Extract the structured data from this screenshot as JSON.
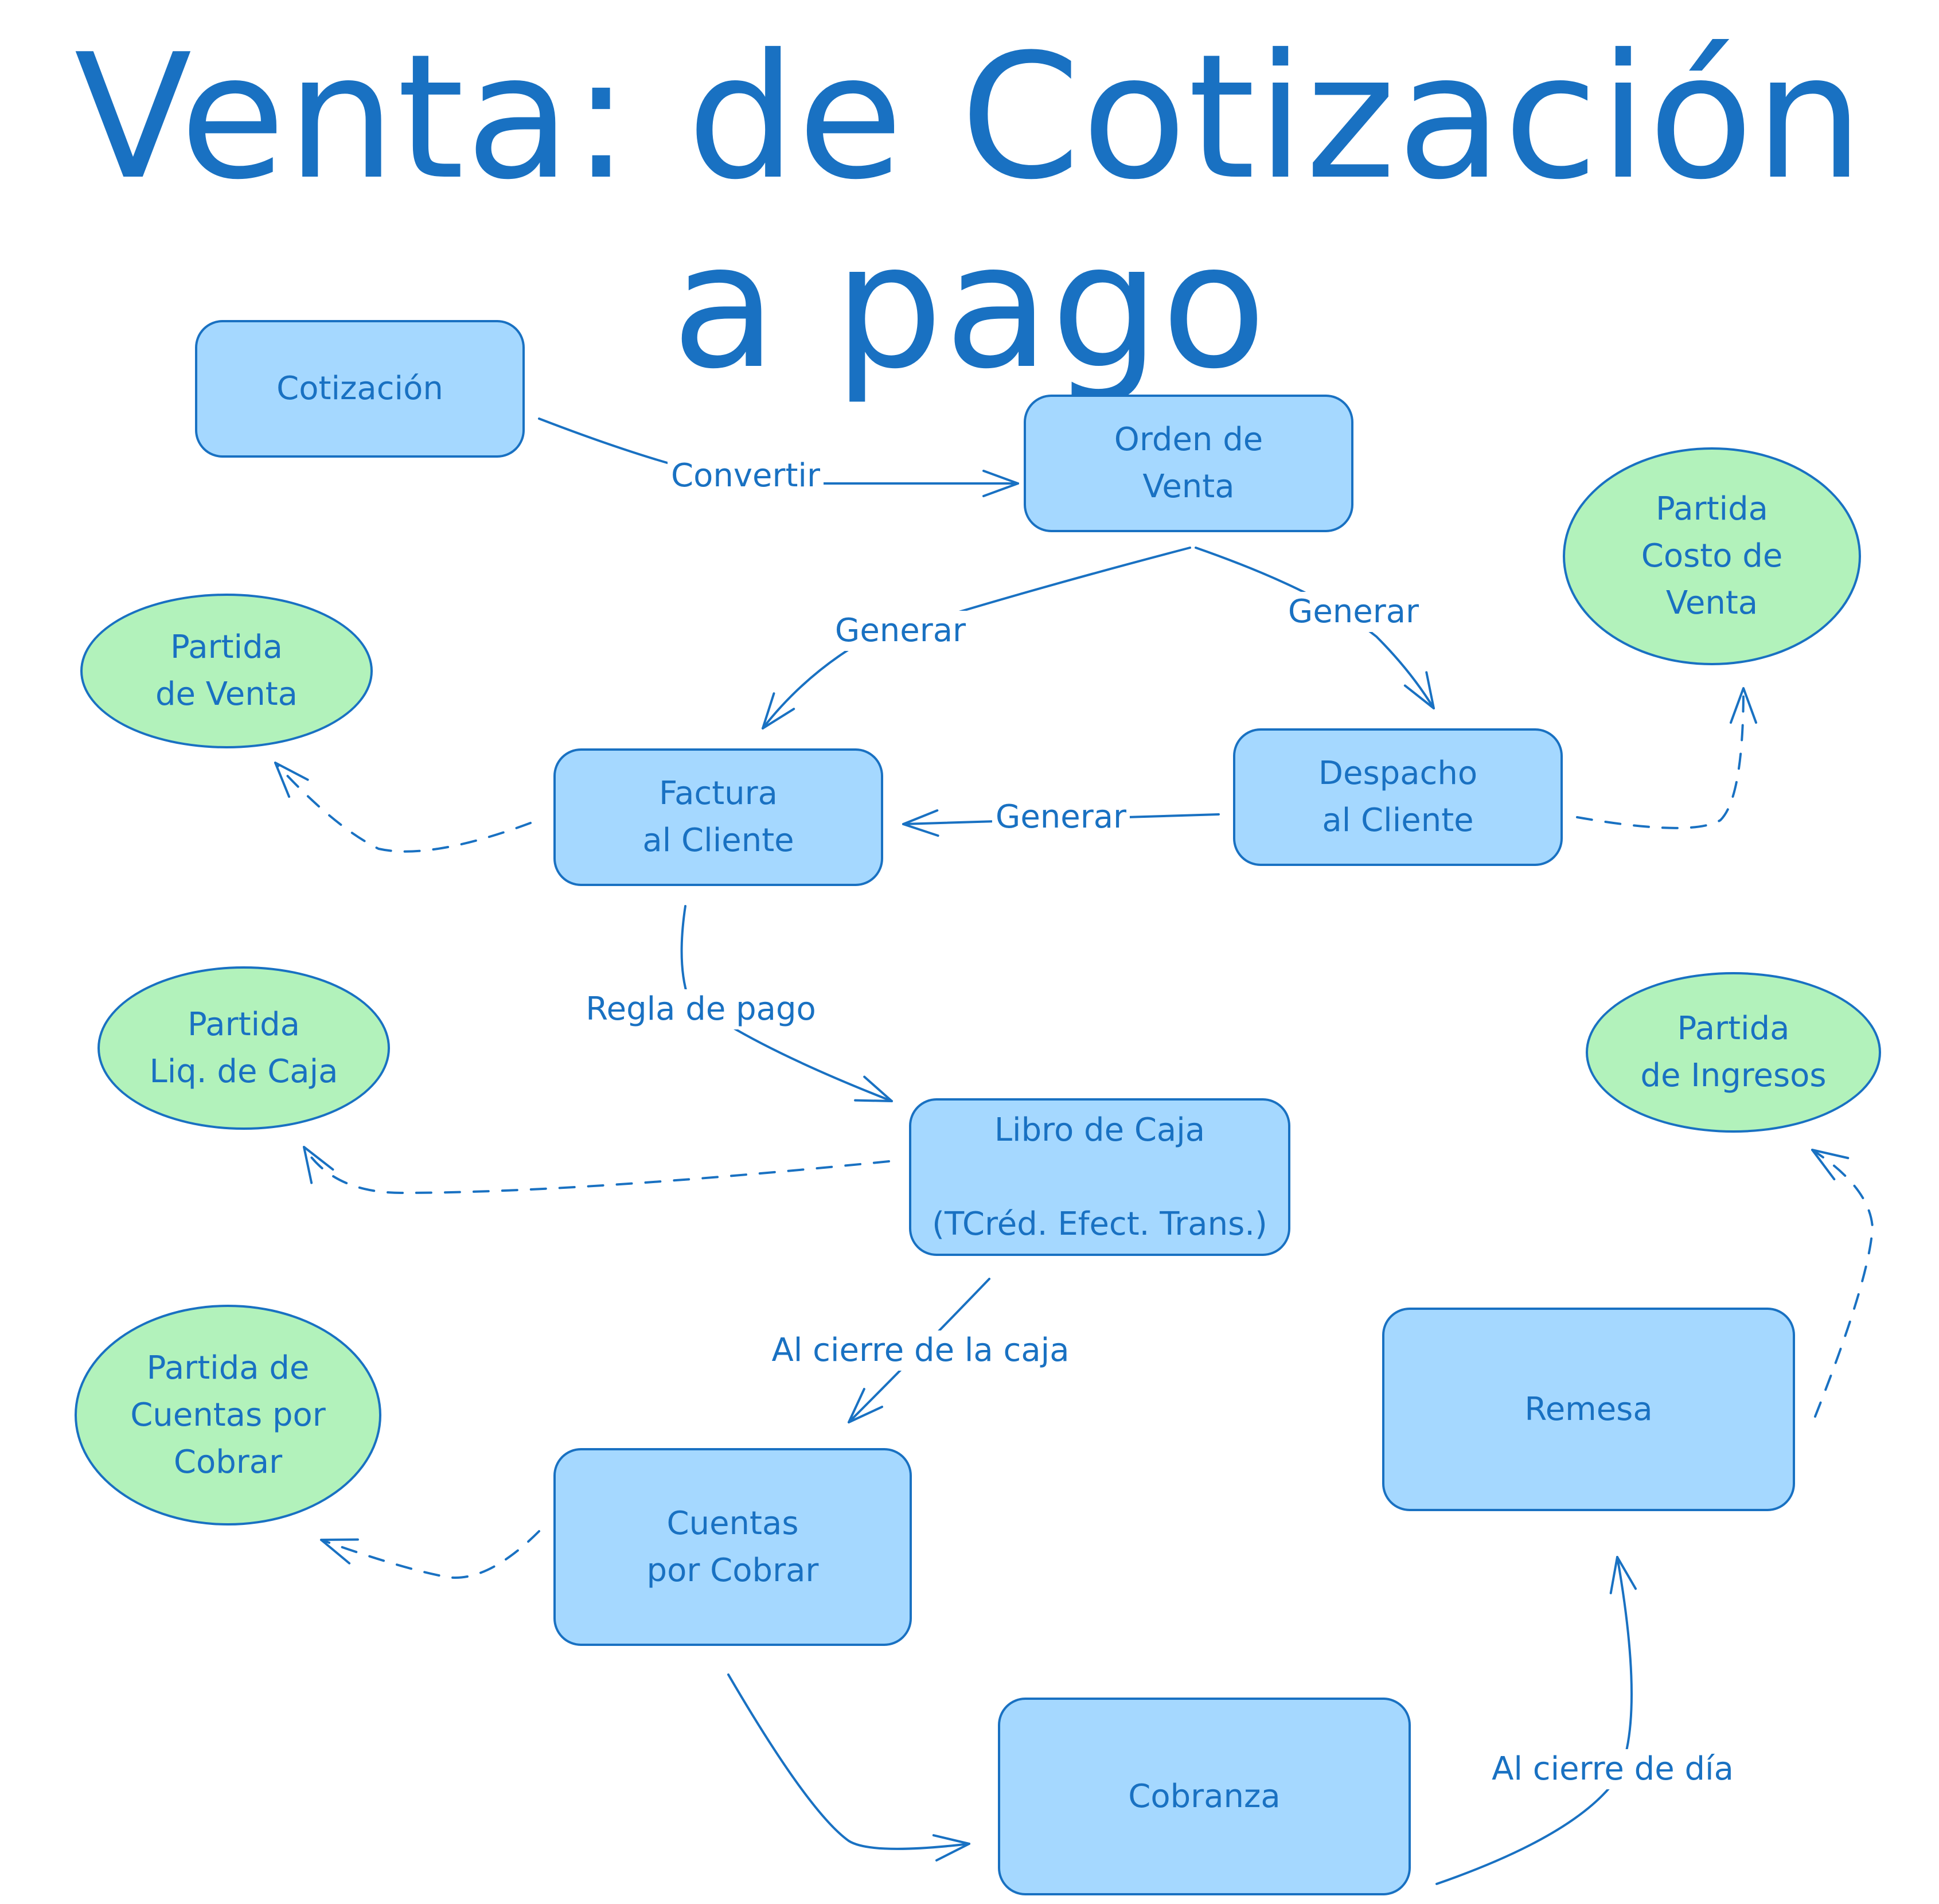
{
  "title": "Venta: de Cotización a pago",
  "colors": {
    "text": "#1971c2",
    "process_fill": "#a5d8ff",
    "entry_fill": "#b2f2bb",
    "stroke": "#1971c2"
  },
  "nodes": {
    "cotizacion": "Cotización",
    "orden_venta": "Orden de\nVenta",
    "partida_costo_venta": "Partida\nCosto de\nVenta",
    "partida_venta": "Partida\nde Venta",
    "factura_cliente": "Factura\nal Cliente",
    "despacho_cliente": "Despacho\nal Cliente",
    "partida_liq_caja": "Partida\nLiq. de Caja",
    "partida_ingresos": "Partida\nde Ingresos",
    "libro_caja": "Libro de Caja\n\n(TCréd. Efect. Trans.)",
    "remesa": "Remesa",
    "partida_cxc": "Partida de\nCuentas por\nCobrar",
    "cuentas_cobrar": "Cuentas\npor Cobrar",
    "cobranza": "Cobranza"
  },
  "edge_labels": {
    "convertir": "Convertir",
    "generar_factura": "Generar",
    "generar_despacho": "Generar",
    "generar_despacho_factura": "Generar",
    "regla_pago": "Regla de pago",
    "cierre_caja": "Al cierre de la caja",
    "cierre_dia": "Al cierre de día"
  }
}
